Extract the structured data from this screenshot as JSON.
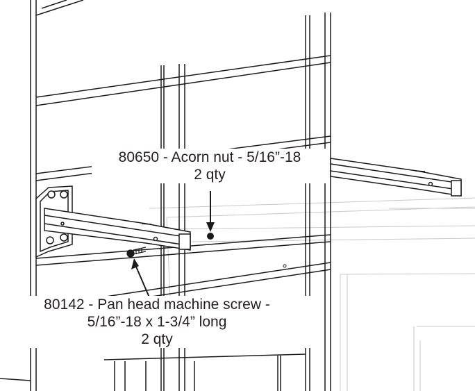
{
  "callouts": {
    "acorn_nut": {
      "title": "80650 - Acorn nut - 5/16”-18",
      "qty": "2 qty"
    },
    "machine_screw": {
      "title": "80142 - Pan head machine screw -",
      "size": "5/16”-18 x 1-3/4” long",
      "qty": "2 qty"
    }
  }
}
